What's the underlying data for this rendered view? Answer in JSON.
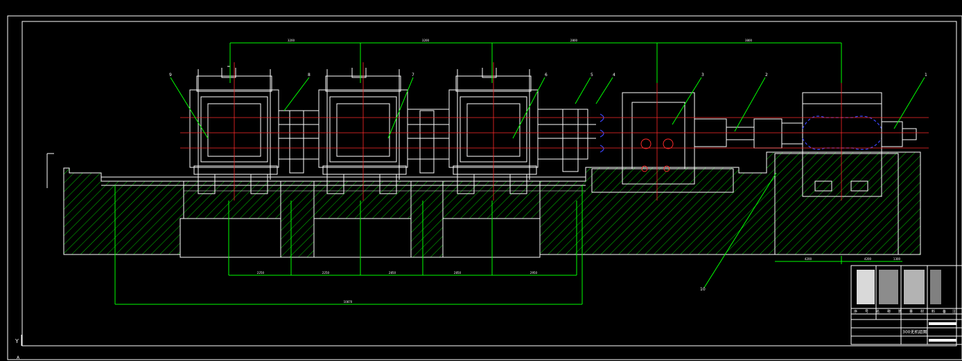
{
  "drawing": {
    "title": "300无机组图",
    "axis_label": "Y",
    "origin_label": "A"
  },
  "dimensions": {
    "top": [
      "3200",
      "3200",
      "2800",
      "3800"
    ],
    "bottom": [
      "2250",
      "2250",
      "2850",
      "2850",
      "2950"
    ],
    "overall": "10870",
    "right": [
      "4200",
      "4200",
      "1300"
    ]
  },
  "callouts": [
    "9",
    "8",
    "7",
    "6",
    "5",
    "4",
    "3",
    "2",
    "1",
    "10"
  ],
  "title_block": {
    "header_cells": [
      "序",
      "号",
      "名",
      "称",
      "数",
      "量",
      "材",
      "料",
      "备",
      "注"
    ]
  },
  "colors": {
    "background": "#000000",
    "frame": "#ffffff",
    "geometry": "#ffffff",
    "centerline": "#ff2a2a",
    "hatch": "#00c800",
    "dimension": "#00ff00",
    "hidden": "#3c46ff"
  }
}
